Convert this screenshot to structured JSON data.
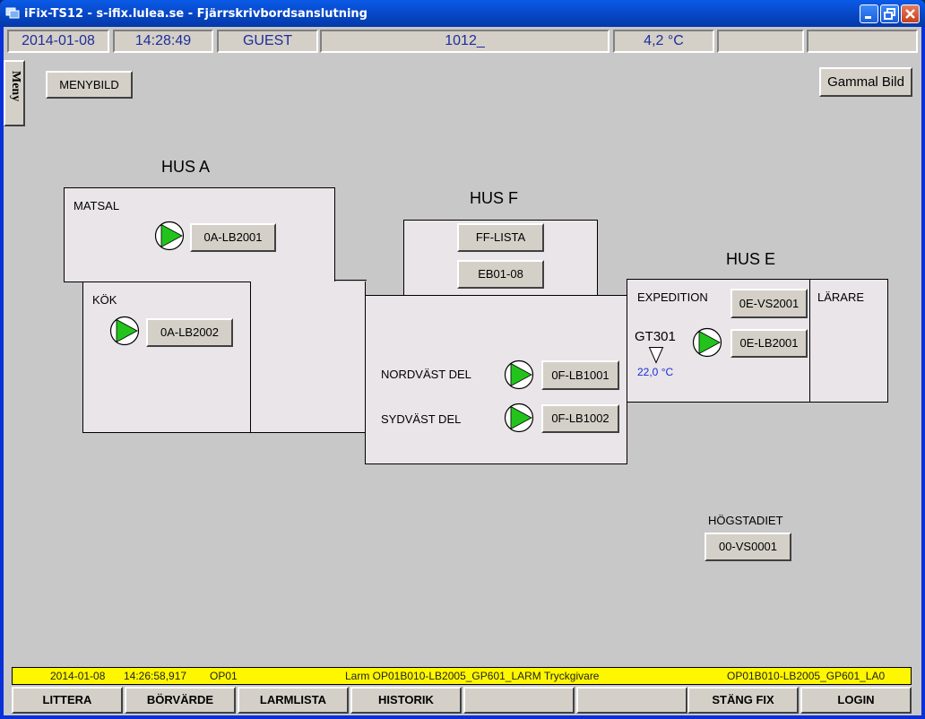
{
  "window": {
    "title": "iFix-TS12 - s-ifix.lulea.se - Fjärrskrivbordsanslutning"
  },
  "status": {
    "date": "2014-01-08",
    "time": "14:28:49",
    "user": "GUEST",
    "code": "1012_",
    "temperature": "4,2 °C",
    "extra1": "",
    "extra2": ""
  },
  "menu_tab": "Meny",
  "buttons": {
    "menybild": "MENYBILD",
    "gammal_bild": "Gammal Bild"
  },
  "hus_a": {
    "title": "HUS A",
    "matsal": {
      "label": "MATSAL",
      "button": "0A-LB2001"
    },
    "kok": {
      "label": "KÖK",
      "button": "0A-LB2002"
    }
  },
  "hus_f": {
    "title": "HUS F",
    "ff_lista": "FF-LISTA",
    "eb01": "EB01-08",
    "nordvast": {
      "label": "NORDVÄST DEL",
      "button": "0F-LB1001"
    },
    "sydvast": {
      "label": "SYDVÄST DEL",
      "button": "0F-LB1002"
    }
  },
  "hus_e": {
    "title": "HUS E",
    "expedition": "EXPEDITION",
    "vs_button": "0E-VS2001",
    "lb_button": "0E-LB2001",
    "sensor_name": "GT301",
    "sensor_value": "22,0 °C",
    "larare": "LÄRARE"
  },
  "hogstadiet": {
    "label": "HÖGSTADIET",
    "button": "00-VS0001"
  },
  "alarm": {
    "date": "2014-01-08",
    "time": "14:26:58,917",
    "op": "OP01",
    "message": "Larm  OP01B010-LB2005_GP601_LARM Tryckgivare",
    "tag": "OP01B010-LB2005_GP601_LA0",
    "color": "#fff700"
  },
  "footer": {
    "b1": "LITTERA",
    "b2": "BÖRVÄRDE",
    "b3": "LARMLISTA",
    "b4": "HISTORIK",
    "b5": "",
    "b6": "",
    "b7": "STÄNG FIX",
    "b8": "LOGIN"
  },
  "colors": {
    "pump_running": "#22c41c",
    "status_text": "#1f2d9a",
    "sensor_value": "#1a2bd6"
  },
  "icons": {
    "pump": "pump-running-icon",
    "sensor": "temperature-sensor-icon"
  }
}
